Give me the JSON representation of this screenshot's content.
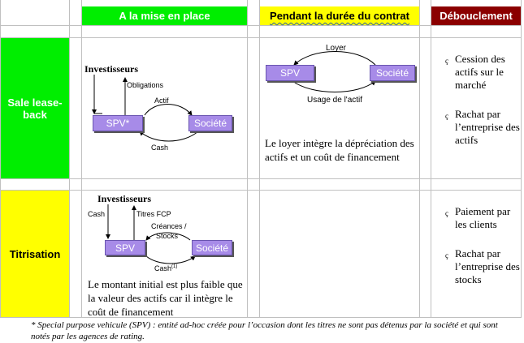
{
  "columns": {
    "mise_en_place": "A la mise en place",
    "pendant": "Pendant la durée du contrat",
    "debouclement": "Débouclement"
  },
  "colors": {
    "green": "#00ee00",
    "yellow": "#ffff00",
    "darkred": "#8b0000",
    "box": "#a78be8"
  },
  "rows": {
    "slb": {
      "label": "Sale lease-back",
      "mise": {
        "investisseurs": "Investisseurs",
        "obligations": "Obligations",
        "actif": "Actif",
        "spv": "SPV*",
        "societe": "Société",
        "cash": "Cash"
      },
      "pendant": {
        "loyer": "Loyer",
        "spv": "SPV",
        "societe": "Société",
        "usage": "Usage de l'actif",
        "text": "Le loyer intègre la dépréciation des actifs et un coût de financement"
      },
      "debouclement": [
        "Cession des actifs sur le marché",
        "Rachat par l’entreprise des actifs"
      ]
    },
    "titr": {
      "label": "Titrisation",
      "mise": {
        "investisseurs": "Investisseurs",
        "cash": "Cash",
        "titres": "Titres FCP",
        "creances": "Créances /",
        "stocks": "Stocks",
        "spv": "SPV",
        "societe": "Société",
        "cash2": "Cash",
        "sup": "(1)",
        "text": "Le montant initial est plus faible que la valeur des actifs car il intègre le coût de financement"
      },
      "debouclement": [
        "Paiement par les clients",
        "Rachat par l’entreprise des stocks"
      ]
    }
  },
  "footnote": "* Special purpose vehicule (SPV) : entité ad-hoc créée pour l’occasion dont les titres ne sont pas détenus par la société et qui sont notés par les agences de rating."
}
